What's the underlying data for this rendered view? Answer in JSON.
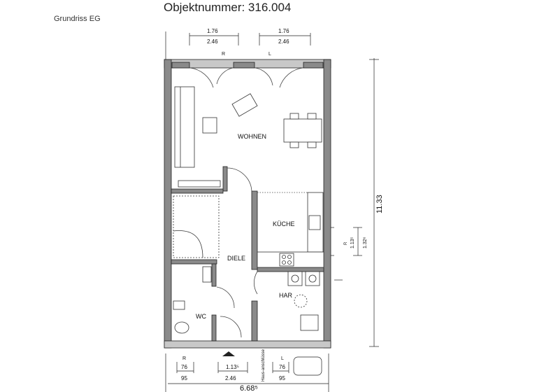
{
  "header": {
    "title": "Objektnummer: 316.004",
    "subtitle": "Grundriss EG"
  },
  "rooms": {
    "wohnen": "WOHNEN",
    "kueche": "KÜCHE",
    "diele": "DIELE",
    "har": "HAR",
    "wc": "WC"
  },
  "dimensions": {
    "top_left_inner": "1.76",
    "top_left_outer": "2.46",
    "top_right_inner": "1.76",
    "top_right_outer": "2.46",
    "top_left_side": "R",
    "top_right_side": "L",
    "bottom_left_side": "R",
    "bottom_left_inner": "76",
    "bottom_left_outer": "95",
    "bottom_mid_inner": "1.13⁵",
    "bottom_mid_outer": "2.46",
    "bottom_right_side": "L",
    "bottom_right_inner": "76",
    "bottom_right_outer": "95",
    "total_width": "6.68⁵",
    "total_depth": "11.33",
    "window_side": "R",
    "window_inner": "1.13⁵",
    "window_outer": "1.32⁶",
    "house_connections": "Haus-anschlüsse"
  },
  "colors": {
    "wall": "#8a8a8a",
    "wall_fill": "#c8c8c8",
    "line": "#222222"
  }
}
